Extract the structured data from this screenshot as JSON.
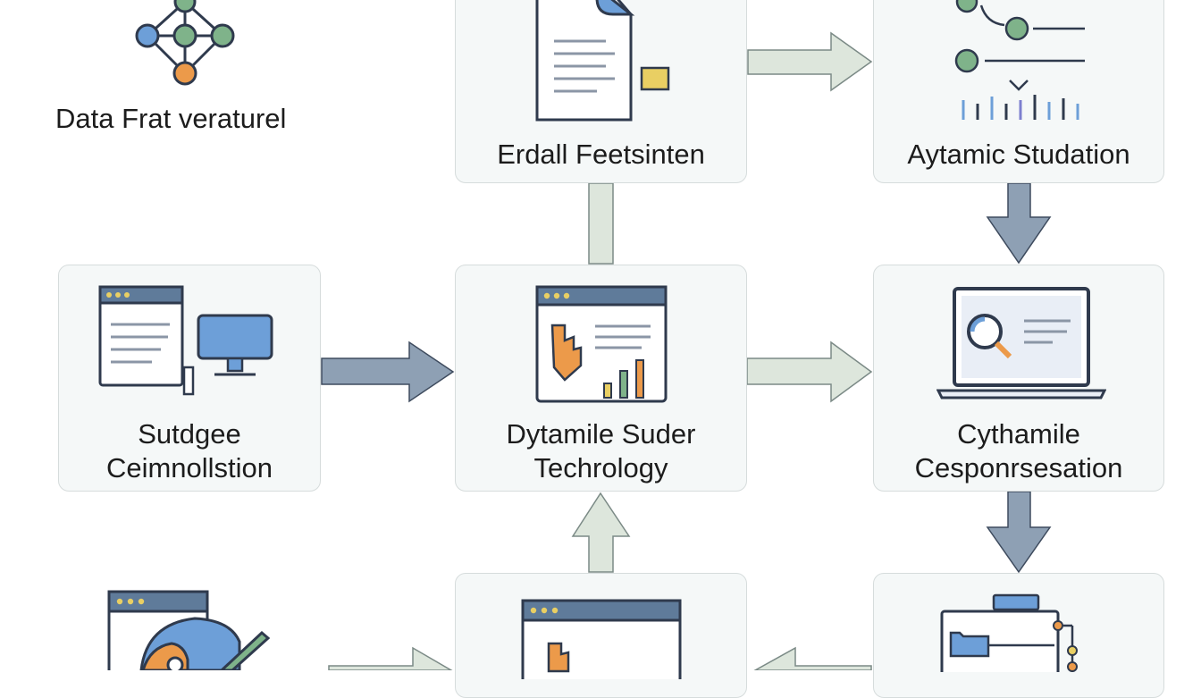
{
  "diagram": {
    "title": "Data Frat veraturel",
    "nodes": {
      "top_middle": {
        "label_line1": "Erdall Feetsinten"
      },
      "top_right": {
        "label_line1": "Aytamic Studation"
      },
      "mid_left": {
        "label_line1": "Sutdgee",
        "label_line2": "Ceimnollstion"
      },
      "mid_center": {
        "label_line1": "Dytamile Suder",
        "label_line2": "Techrology"
      },
      "mid_right": {
        "label_line1": "Cythamile",
        "label_line2": "Cesponrsesation"
      },
      "bottom_middle": {
        "label_line1": ""
      },
      "bottom_right": {
        "label_line1": ""
      }
    },
    "icons": [
      "network-graph-icon",
      "document-icon",
      "timeline-icon",
      "browser-monitor-icon",
      "browser-chart-icon",
      "laptop-search-icon",
      "browser-shield-icon",
      "browser-chart-icon",
      "folder-flow-icon"
    ],
    "colors": {
      "card_bg": "#f5f8f8",
      "card_border": "#d6dcdc",
      "arrow_green": "#dde6dc",
      "arrow_blue": "#8ea0b4",
      "icon_blue": "#6d9fd8",
      "icon_green": "#7fb38a",
      "icon_orange": "#ec9a4a",
      "icon_stroke": "#2f3a4d"
    }
  }
}
